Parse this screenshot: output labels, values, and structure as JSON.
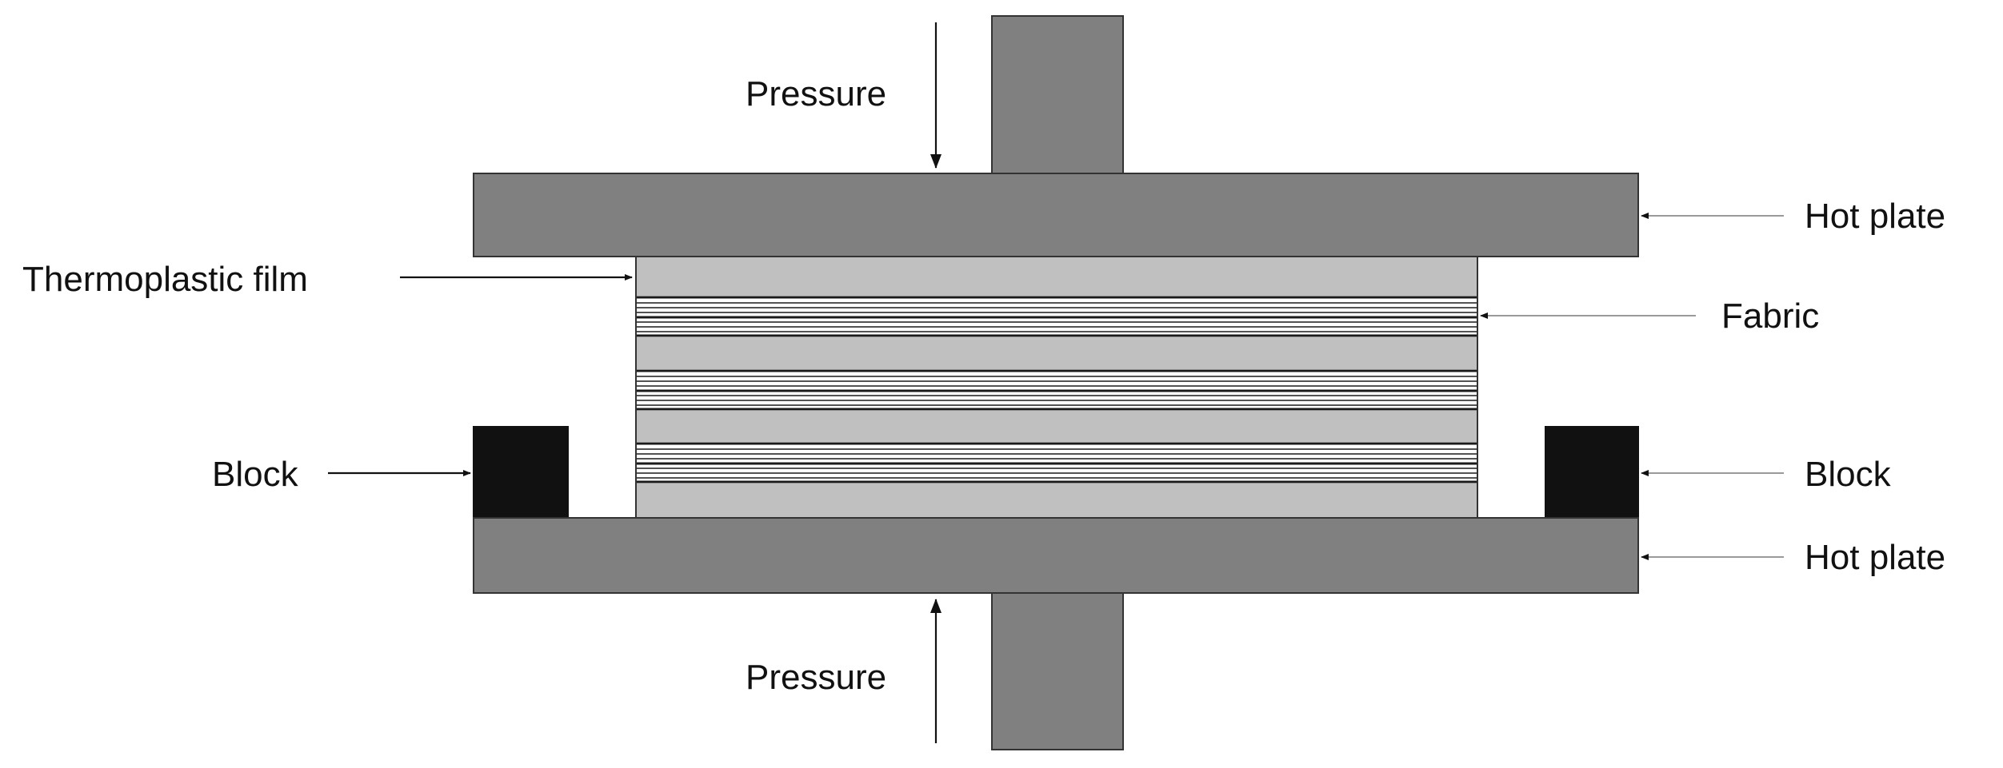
{
  "labels": {
    "pressure_top": "Pressure",
    "pressure_bottom": "Pressure",
    "hot_plate_top": "Hot plate",
    "hot_plate_bottom": "Hot plate",
    "thermoplastic_film": "Thermoplastic film",
    "fabric": "Fabric",
    "block_left": "Block",
    "block_right": "Block"
  },
  "colors": {
    "plate": "#808080",
    "film": "#c0c0c0",
    "block": "#111111",
    "fabric_line": "#1a1a1a",
    "outline": "#333333"
  },
  "fabric_layers": 3
}
